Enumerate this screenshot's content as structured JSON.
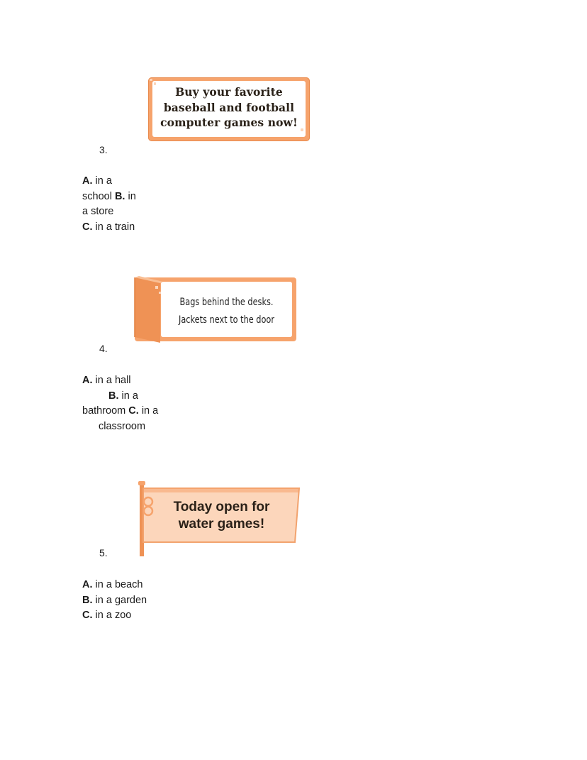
{
  "questions": [
    {
      "number": "3.",
      "sign": {
        "lines": [
          "Buy your favorite",
          "baseball and football",
          "computer games now!"
        ],
        "icon": "store-sign-icon"
      },
      "options": [
        {
          "letter": "A.",
          "text": "in a"
        },
        {
          "text": "school"
        },
        {
          "letter": "B.",
          "text": "in"
        },
        {
          "text": "a store"
        },
        {
          "letter": "C.",
          "text": "in a train"
        }
      ]
    },
    {
      "number": "4.",
      "sign": {
        "lines": [
          "Bags behind the desks.",
          "Jackets next to the door"
        ],
        "icon": "door-sign-icon"
      },
      "options": [
        {
          "letter": "A.",
          "text": "in a hall"
        },
        {
          "letter": "B.",
          "text": "in a"
        },
        {
          "text": "bathroom"
        },
        {
          "letter": "C.",
          "text": "in a"
        },
        {
          "text": "classroom"
        }
      ]
    },
    {
      "number": "5.",
      "sign": {
        "lines": [
          "Today open for",
          "water games!"
        ],
        "icon": "flag-sign-icon"
      },
      "options": [
        {
          "letter": "A.",
          "text": "in a beach"
        },
        {
          "letter": "B.",
          "text": "in a garden"
        },
        {
          "letter": "C.",
          "text": "in a zoo"
        }
      ]
    }
  ],
  "colors": {
    "sign_orange": "#f6a36c",
    "sign_dark_orange": "#e98a4d",
    "sign_light_orange": "#fcd6bb",
    "text": "#1a1a1a"
  }
}
